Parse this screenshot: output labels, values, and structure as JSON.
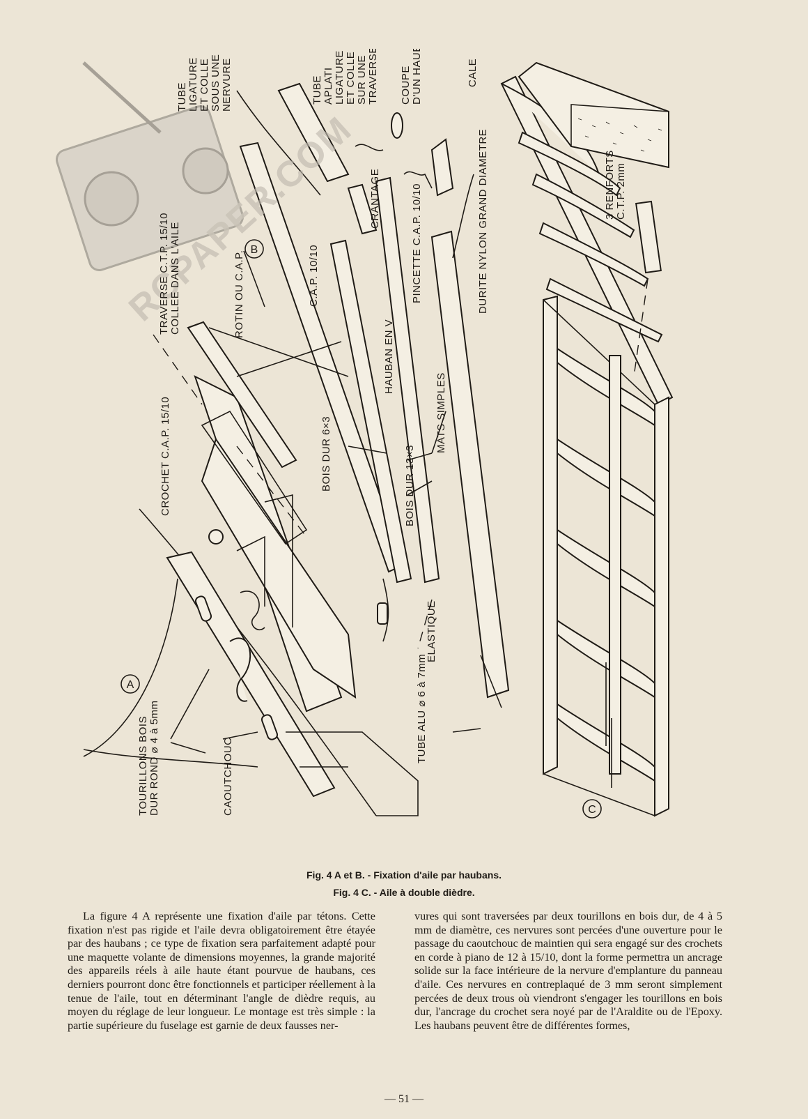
{
  "figure": {
    "markers": {
      "a": "A",
      "b": "B",
      "c": "C"
    },
    "labels": {
      "tube_ligature": [
        "TUBE",
        "LIGATURE",
        "ET COLLE",
        "SOUS UNE",
        "NERVURE"
      ],
      "tube_aplati": [
        "TUBE",
        "APLATI",
        "LIGATURE",
        "ET COLLE",
        "SUR UNE",
        "TRAVERSE"
      ],
      "coupe_hauban": [
        "COUPE",
        "D'UN HAUBAN"
      ],
      "cale": "CALE",
      "traverse": [
        "TRAVERSE C.T.P. 15/10",
        "COLLEE DANS L'AILE"
      ],
      "rotin": "ROTIN OU C.A.P.",
      "cap_10": "C.A.P. 10/10",
      "crantage": "CRANTAGE",
      "pincette": "PINCETTE C.A.P. 10/10",
      "durite": "DURITE NYLON GRAND DIAMETRE",
      "renforts": [
        "3 RENFORTS",
        "C.T.P. 2mm"
      ],
      "crochet": "CROCHET C.A.P. 15/10",
      "bois_dur_6x3": "BOIS DUR 6×3",
      "hauban_v": "HAUBAN EN V",
      "mats_simples": "MATS SIMPLES",
      "bois_dur_13x3": "BOIS DUR 13×3",
      "elastique": "ELASTIQUE",
      "tube_alu": "TUBE ALU ⌀ 6 à 7mm",
      "tourillons": [
        "TOURILLONS BOIS",
        "DUR ROND ⌀ 4 à 5mm"
      ],
      "caoutchouc": "CAOUTCHOUC"
    },
    "watermark": "RCPAPER.COM"
  },
  "captions": {
    "line1": "Fig. 4 A et B. - Fixation d'aile par haubans.",
    "line2": "Fig. 4 C. - Aile à double dièdre."
  },
  "body": {
    "left": "La figure 4 A représente une fixation d'aile par tétons. Cette fixation n'est pas rigide et l'aile devra obligatoirement être étayée par des haubans ; ce type de fixation sera parfaitement adapté pour une maquette volante de dimensions moyennes, la grande majorité des appareils réels à aile haute étant pourvue de haubans, ces derniers pourront donc être fonctionnels et participer réellement à la tenue de l'aile, tout en déterminant l'angle de dièdre requis, au moyen du réglage de leur longueur. Le montage est très simple : la partie supérieure du fuselage est garnie de deux fausses ner-",
    "right": "vures qui sont traversées par deux tourillons en bois dur, de 4 à 5 mm de diamètre, ces nervures sont percées d'une ouverture pour le passage du caoutchouc de maintien qui sera engagé sur des crochets en corde à piano de 12 à 15/10, dont la forme permettra un ancrage solide sur la face intérieure de la nervure d'emplanture du panneau d'aile. Ces nervures en contreplaqué de 3 mm seront simplement percées de deux trous où viendront s'engager les tourillons en bois dur, l'ancrage du crochet sera noyé par de l'Araldite ou de l'Epoxy. Les haubans peuvent être de différentes formes,"
  },
  "page_number": "— 51 —"
}
